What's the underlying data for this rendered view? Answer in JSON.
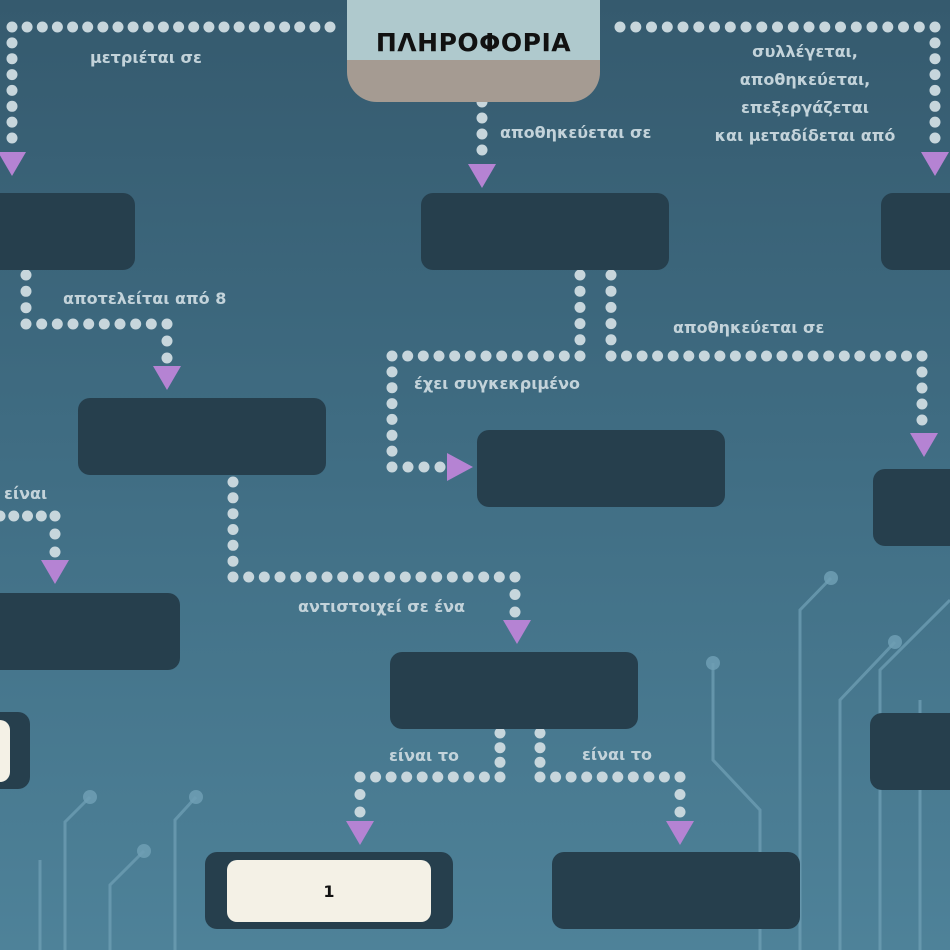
{
  "title": "ΠΛΗΡΟΦΟΡΙΑ",
  "edges": {
    "measured_in": "μετριέται σε",
    "stored_in_top": "αποθηκεύεται σε",
    "collected_by": "συλλέγεται,\nαποθηκεύεται,\nεπεξεργάζεται\nκαι μεταδίδεται από",
    "consists_of": "αποτελείται από 8",
    "stored_in_right": "αποθηκεύεται σε",
    "has_specific": "έχει συγκεκριμένο",
    "is_left": "είναι",
    "corresponds_to": "αντιστοιχεί σε ένα",
    "is_the_left": "είναι το",
    "is_the_right": "είναι το"
  },
  "cards": {
    "bottom_left_value": "1"
  }
}
